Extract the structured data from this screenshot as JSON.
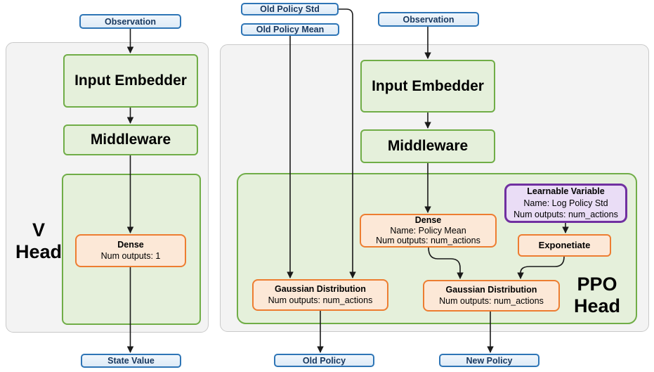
{
  "colors": {
    "io_fill": "#DEEBF7",
    "io_fill_top": "#F0F6FC",
    "io_border": "#2E75B6",
    "io_text": "#17375E",
    "green_fill": "#E5F0DB",
    "green_border": "#70AD47",
    "panel_fill": "#F3F3F3",
    "panel_border": "#C9C9C9",
    "orange_fill": "#FCE8D7",
    "orange_border": "#ED7D31",
    "purple_fill": "#EADDF6",
    "purple_border": "#7030A0",
    "arrow": "#1A1A1A",
    "node_text": "#000000"
  },
  "inputs": {
    "observation_left": "Observation",
    "old_policy_std": "Old Policy Std",
    "old_policy_mean": "Old Policy Mean",
    "observation_right": "Observation"
  },
  "outputs": {
    "state_value": "State Value",
    "old_policy": "Old Policy",
    "new_policy": "New Policy"
  },
  "v_head": {
    "label_line1": "V",
    "label_line2": "Head",
    "input_embedder": "Input Embedder",
    "middleware": "Middleware",
    "dense": {
      "title": "Dense",
      "line1": "Num outputs: 1"
    }
  },
  "ppo_head": {
    "label_line1": "PPO",
    "label_line2": "Head",
    "input_embedder": "Input Embedder",
    "middleware": "Middleware",
    "dense": {
      "title": "Dense",
      "line1": "Name: Policy Mean",
      "line2": "Num outputs: num_actions"
    },
    "learnable_variable": {
      "title": "Learnable Variable",
      "line1": "Name: Log Policy Std",
      "line2": "Num outputs: num_actions"
    },
    "exponetiate": "Exponetiate",
    "gaussian_old": {
      "title": "Gaussian Distribution",
      "line1": "Num outputs: num_actions"
    },
    "gaussian_new": {
      "title": "Gaussian Distribution",
      "line1": "Num outputs: num_actions"
    }
  }
}
